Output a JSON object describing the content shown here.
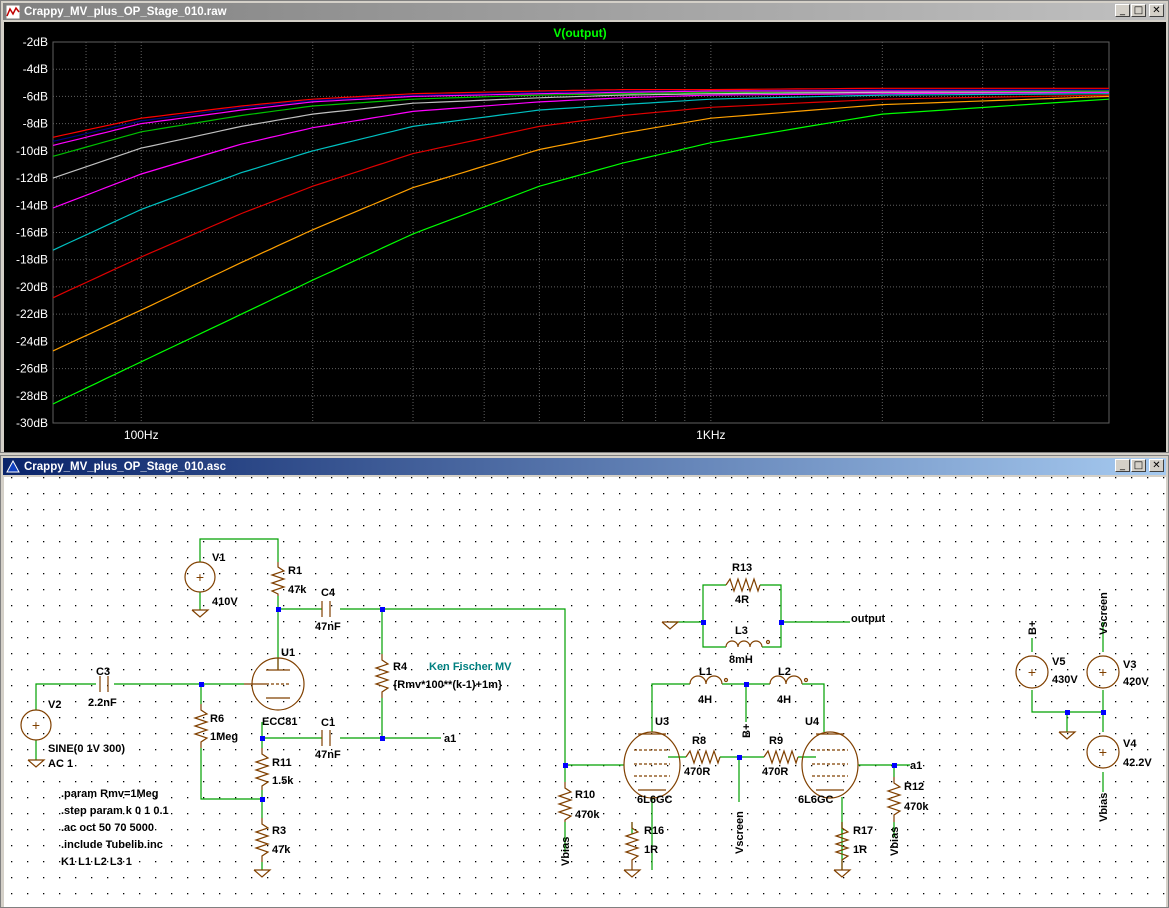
{
  "plot_window": {
    "title": "Crappy_MV_plus_OP_Stage_010.raw",
    "trace_label": "V(output)"
  },
  "schematic_window": {
    "title": "Crappy_MV_plus_OP_Stage_010.asc"
  },
  "window_buttons": {
    "minimize": "_",
    "maximize": "□",
    "close": "✕"
  },
  "colors": {
    "plot_bg": "#000000",
    "grid": "#606060",
    "axis_text": "#ffffff",
    "wire": "#00a000",
    "component": "#804000",
    "node": "#0000ff",
    "label": "#000000",
    "comment": "#008080"
  },
  "chart_data": {
    "type": "line",
    "title": "V(output)",
    "xscale": "log",
    "xlim": [
      70,
      5000
    ],
    "ylim": [
      -30,
      -2
    ],
    "y_ticks": [
      "-2dB",
      "-4dB",
      "-6dB",
      "-8dB",
      "-10dB",
      "-12dB",
      "-14dB",
      "-16dB",
      "-18dB",
      "-20dB",
      "-22dB",
      "-24dB",
      "-26dB",
      "-28dB",
      "-30dB"
    ],
    "x_ticks": [
      {
        "value": 100,
        "label": "100Hz"
      },
      {
        "value": 1000,
        "label": "1KHz"
      }
    ],
    "x": [
      70,
      100,
      150,
      200,
      300,
      500,
      700,
      1000,
      2000,
      5000
    ],
    "series": [
      {
        "color": "#ff0000",
        "values": [
          -9.0,
          -7.6,
          -6.7,
          -6.2,
          -5.8,
          -5.6,
          -5.5,
          -5.5,
          -5.4,
          -5.4
        ]
      },
      {
        "color": "#000080",
        "values": [
          -9.3,
          -7.8,
          -6.8,
          -6.3,
          -5.9,
          -5.7,
          -5.6,
          -5.6,
          -5.5,
          -5.5
        ]
      },
      {
        "color": "#ff00ff",
        "values": [
          -9.6,
          -8.0,
          -7.0,
          -6.4,
          -6.0,
          -5.8,
          -5.7,
          -5.6,
          -5.6,
          -5.6
        ]
      },
      {
        "color": "#00c000",
        "values": [
          -10.4,
          -8.6,
          -7.4,
          -6.7,
          -6.2,
          -5.9,
          -5.8,
          -5.7,
          -5.7,
          -5.6
        ]
      },
      {
        "color": "#c0c0c0",
        "values": [
          -12.0,
          -9.8,
          -8.2,
          -7.3,
          -6.5,
          -6.1,
          -5.9,
          -5.8,
          -5.7,
          -5.7
        ]
      },
      {
        "color": "#ff00ff",
        "values": [
          -14.2,
          -11.7,
          -9.5,
          -8.3,
          -7.1,
          -6.4,
          -6.1,
          -5.9,
          -5.8,
          -5.7
        ]
      },
      {
        "color": "#00c0c0",
        "values": [
          -17.3,
          -14.3,
          -11.6,
          -10.0,
          -8.2,
          -7.0,
          -6.6,
          -6.2,
          -5.9,
          -5.8
        ]
      },
      {
        "color": "#e00000",
        "values": [
          -20.8,
          -17.8,
          -14.6,
          -12.6,
          -10.2,
          -8.2,
          -7.4,
          -6.8,
          -6.2,
          -5.9
        ]
      },
      {
        "color": "#ffa000",
        "values": [
          -24.7,
          -21.7,
          -18.2,
          -15.8,
          -12.7,
          -9.9,
          -8.7,
          -7.6,
          -6.6,
          -6.0
        ]
      },
      {
        "color": "#00ff00",
        "values": [
          -28.6,
          -25.5,
          -22.0,
          -19.5,
          -16.1,
          -12.6,
          -10.9,
          -9.4,
          -7.3,
          -6.2
        ]
      }
    ]
  },
  "schematic": {
    "labels": {
      "V1": "V1",
      "V1_val": "410V",
      "R1": "R1",
      "R1_val": "47k",
      "C4": "C4",
      "C4_val": "47nF",
      "R4": "R4",
      "R4_val": "{Rmv*100**(k-1)+1m}",
      "note": "Ken Fischer MV",
      "U1": "U1",
      "U1_val": "ECC81",
      "C3": "C3",
      "C3_val": "2.2nF",
      "V2": "V2",
      "V2_val1": "SINE(0 1V 300)",
      "V2_val2": "AC 1",
      "R6": "R6",
      "R6_val": "1Meg",
      "C1": "C1",
      "C1_val": "47nF",
      "a1_left": "a1",
      "R11": "R11",
      "R11_val": "1.5k",
      "R3": "R3",
      "R3_val": "47k",
      "R13": "R13",
      "R13_val": "4R",
      "L3": "L3",
      "L3_val": "8mH",
      "output": "output",
      "L1": "L1",
      "L1_val": "4H",
      "L2": "L2",
      "L2_val": "4H",
      "Bplus_mid": "B+",
      "U3": "U3",
      "U3_val": "6L6GC",
      "U4": "U4",
      "U4_val": "6L6GC",
      "R8": "R8",
      "R8_val": "470R",
      "R9": "R9",
      "R9_val": "470R",
      "a1_right": "a1",
      "R10": "R10",
      "R10_val": "470k",
      "R12": "R12",
      "R12_val": "470k",
      "R16": "R16",
      "R16_val": "1R",
      "R17": "R17",
      "R17_val": "1R",
      "Vbias_left": "Vbias",
      "Vscreen_mid": "Vscreen",
      "Vbias_right": "Vbias",
      "Bplus_right": "B+",
      "Vscreen_right": "Vscreen",
      "V5": "V5",
      "V5_val": "430V",
      "V3": "V3",
      "V3_val": "420V",
      "V4": "V4",
      "V4_val": "42.2V",
      "Vbias_far": "Vbias"
    },
    "directives": [
      ".param Rmv=1Meg",
      ".step param k 0 1 0.1",
      ".ac oct 50 70 5000",
      ".include Tubelib.inc",
      "K1 L1 L2 L3 1"
    ]
  }
}
